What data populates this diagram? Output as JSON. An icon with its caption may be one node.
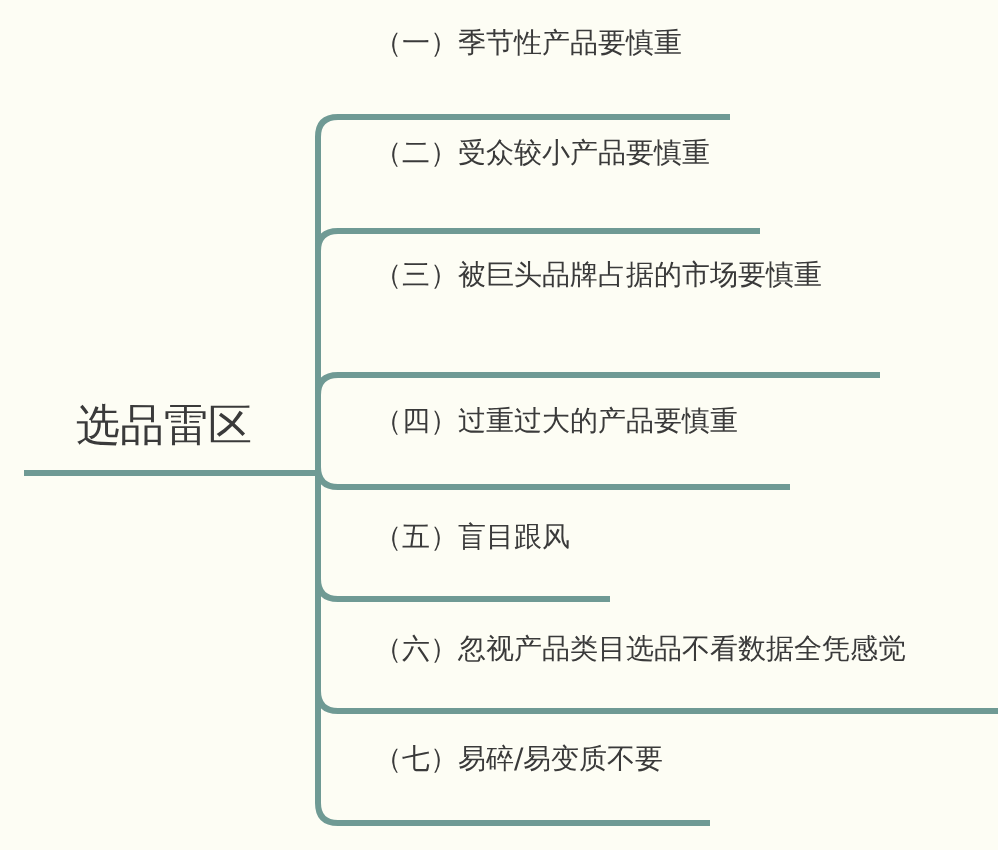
{
  "diagram": {
    "nodes": [
      {
        "text": [
          "选品雷区"
        ]
      },
      {
        "text": [
          "（一）季节性产品要慎重"
        ]
      },
      {
        "text": [
          "（二）受众较小产品要慎重"
        ]
      },
      {
        "text": [
          "（三）被巨头品牌占据的市场要慎重"
        ]
      },
      {
        "text": [
          "（四）过重过大的产品要慎重"
        ]
      },
      {
        "text": [
          "（五）盲目跟风"
        ]
      },
      {
        "text": [
          "（六）忽视产品类目选品不看数据全凭感觉"
        ]
      },
      {
        "text": [
          "（七）易碎/易变质不要"
        ]
      }
    ],
    "edges": [
      {
        "from": 0,
        "to": 1,
        "arrow": "none"
      },
      {
        "from": 0,
        "to": 2,
        "arrow": "none"
      },
      {
        "from": 0,
        "to": 3,
        "arrow": "none"
      },
      {
        "from": 0,
        "to": 4,
        "arrow": "none"
      },
      {
        "from": 0,
        "to": 5,
        "arrow": "none"
      },
      {
        "from": 0,
        "to": 6,
        "arrow": "none"
      },
      {
        "from": 0,
        "to": 7,
        "arrow": "none"
      }
    ]
  }
}
